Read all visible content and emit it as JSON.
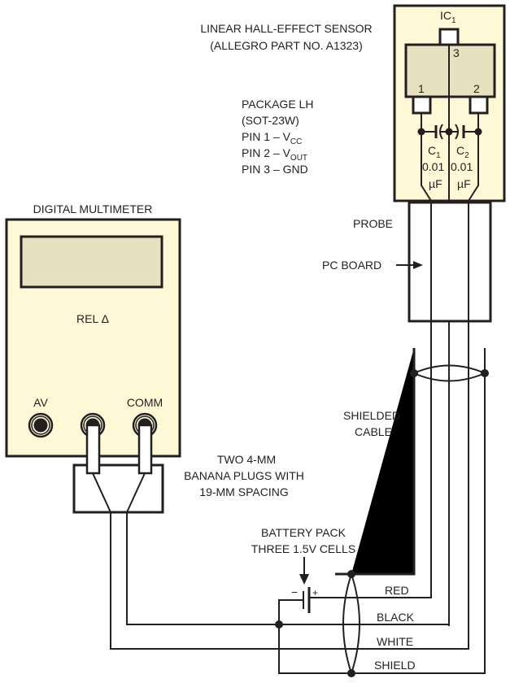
{
  "title": "Linear Hall-effect sensor probe wired to digital multimeter",
  "colors": {
    "line": "#231f20",
    "panel_fill": "#fff8d6",
    "chip_fill": "#e7e1c0",
    "background": "#ffffff"
  },
  "sensor": {
    "title_line1": "LINEAR HALL-EFFECT SENSOR",
    "title_line2": "(ALLEGRO PART NO. A1323)",
    "ic_label": "IC",
    "ic_sub": "1",
    "pin1_label": "1",
    "pin2_label": "2",
    "pin3_label": "3"
  },
  "package": {
    "line1": "PACKAGE LH",
    "line2": "(SOT-23W)",
    "pin1": {
      "prefix": "PIN 1 – V",
      "sub": "CC"
    },
    "pin2": {
      "prefix": "PIN 2 – V",
      "sub": "OUT"
    },
    "pin3": "PIN 3 – GND"
  },
  "capacitors": [
    {
      "name": "C",
      "sub": "1",
      "value": "0.01",
      "unit": "µF"
    },
    {
      "name": "C",
      "sub": "2",
      "value": "0.01",
      "unit": "µF"
    }
  ],
  "probe": {
    "label": "PROBE",
    "pcb_label": "PC BOARD"
  },
  "cable": {
    "line1": "SHIELDED",
    "line2": "CABLE"
  },
  "multimeter": {
    "title": "DIGITAL MULTIMETER",
    "rel_label": "REL Δ",
    "jack_av": "AV",
    "jack_comm": "COMM"
  },
  "plugs": {
    "line1": "TWO 4-MM",
    "line2": "BANANA PLUGS WITH",
    "line3": "19-MM SPACING"
  },
  "battery": {
    "line1": "BATTERY PACK",
    "line2": "THREE 1.5V CELLS",
    "minus": "−",
    "plus": "+"
  },
  "wires": {
    "red": "RED",
    "black": "BLACK",
    "white": "WHITE",
    "shield": "SHIELD"
  }
}
